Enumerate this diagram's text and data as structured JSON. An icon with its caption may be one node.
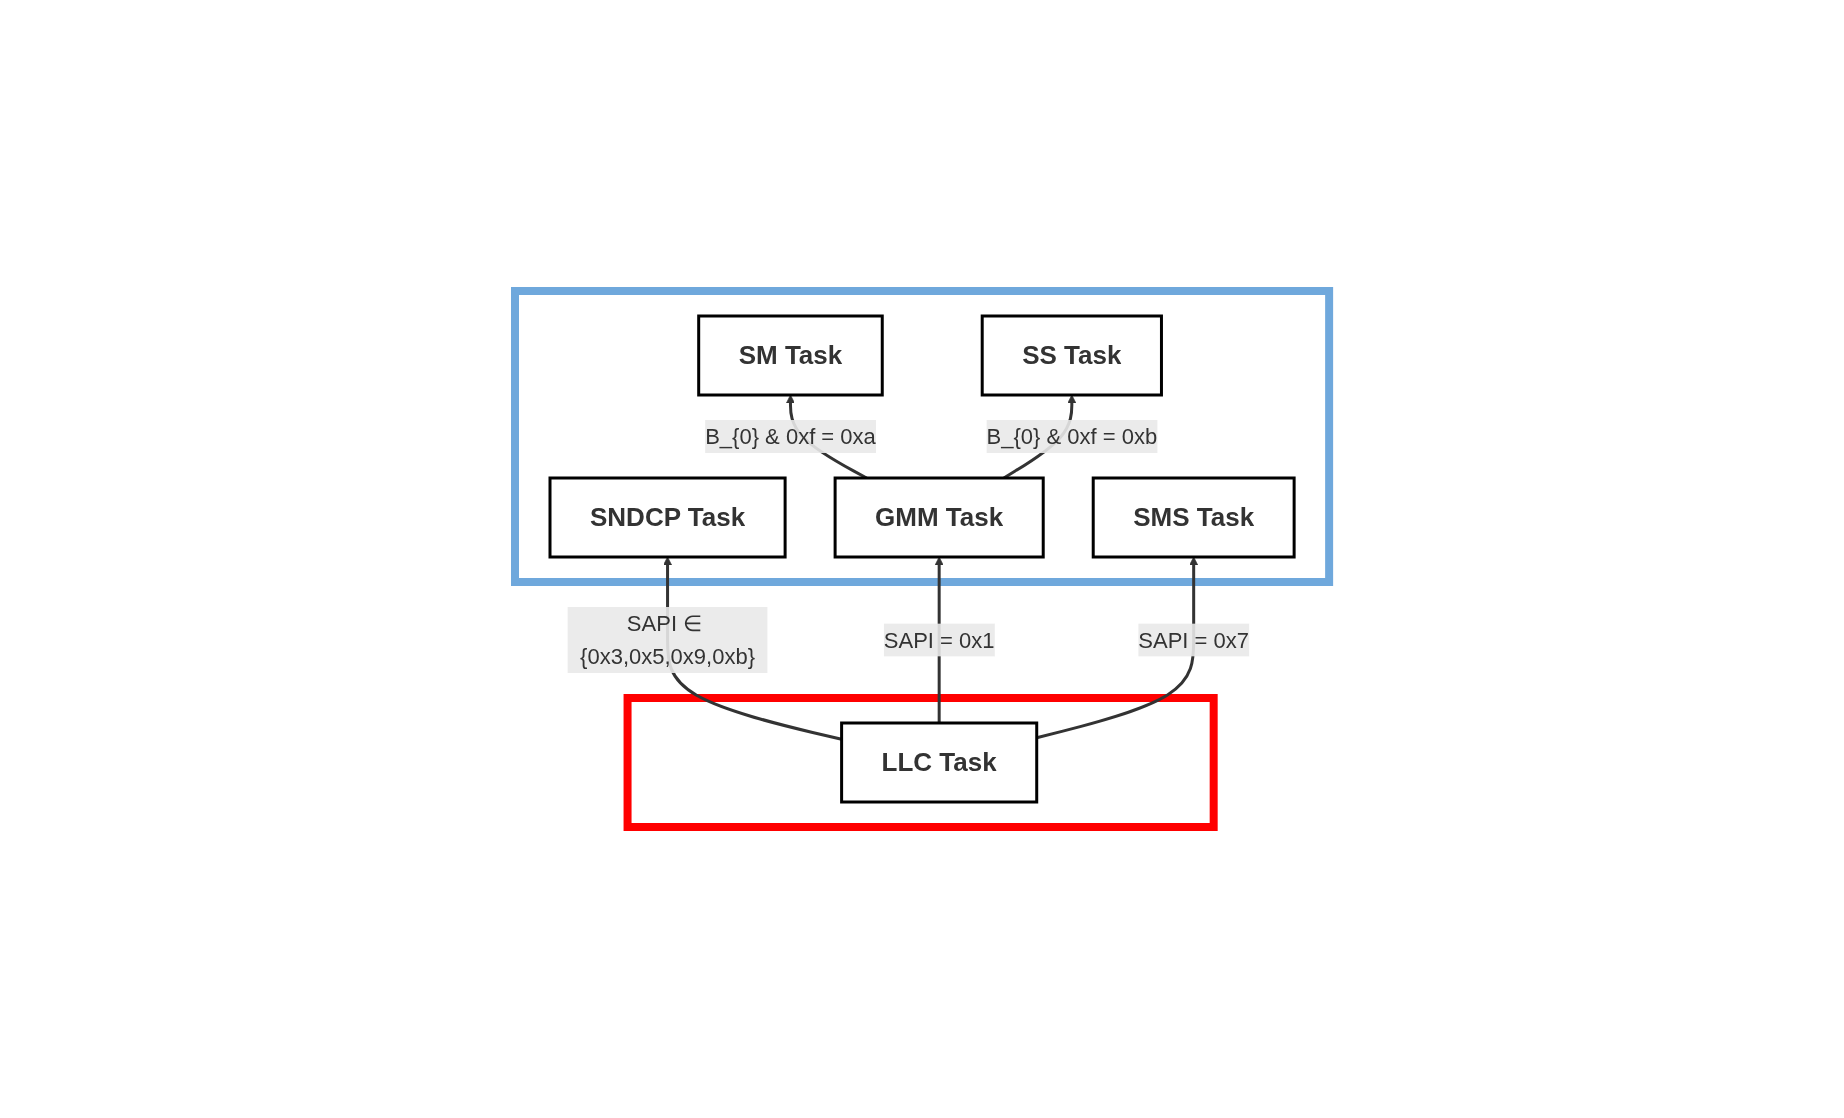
{
  "diagram": {
    "nodes": [
      {
        "text": [],
        "shape": "box"
      },
      {
        "text": [
          "SM Task"
        ],
        "in": 0
      },
      {
        "text": [
          "SS Task"
        ],
        "in": 0
      },
      {
        "text": [
          "SNDCP Task"
        ],
        "in": 0
      },
      {
        "text": [
          "GMM Task"
        ],
        "in": 0
      },
      {
        "text": [
          "SMS Task"
        ],
        "in": 0
      },
      {
        "text": [],
        "shape": "box"
      },
      {
        "text": [
          "LLC Task"
        ],
        "in": 6
      }
    ],
    "edges": [
      {
        "from": 4,
        "to": 1,
        "arrow": "to",
        "label": "B_{0} & 0xf = 0xa"
      },
      {
        "from": 4,
        "to": 2,
        "arrow": "to",
        "label": "B_{0} & 0xf = 0xb"
      },
      {
        "from": 7,
        "to": 3,
        "arrow": "to",
        "label": "SAPI ∈ {0x3,0x5,0x9,0xb}"
      },
      {
        "from": 7,
        "to": 4,
        "arrow": "to",
        "label": "SAPI = 0x1"
      },
      {
        "from": 7,
        "to": 5,
        "arrow": "to",
        "label": "SAPI = 0x7"
      }
    ]
  }
}
